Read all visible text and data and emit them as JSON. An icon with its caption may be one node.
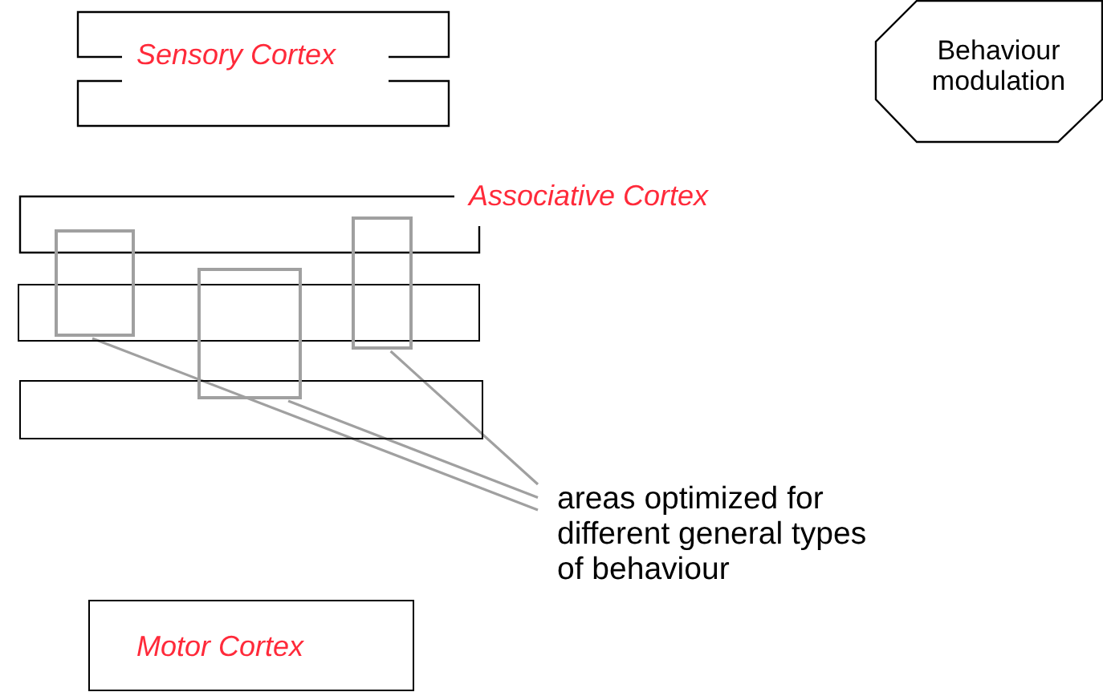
{
  "diagram": {
    "nodes": [
      {
        "text": [
          "Sensory Cortex"
        ]
      },
      {
        "text": [
          "Behaviour modulation"
        ]
      },
      {
        "text": [
          "Associative Cortex"
        ]
      },
      {
        "text": [],
        "shape": "bar"
      },
      {
        "text": [],
        "shape": "bar"
      },
      {
        "text": [],
        "shape": "box"
      },
      {
        "text": [],
        "shape": "box"
      },
      {
        "text": [],
        "shape": "box"
      },
      {
        "text": [
          "areas optimized for different general types of behaviour"
        ]
      },
      {
        "text": [
          "Motor Cortex"
        ]
      }
    ],
    "edges": [
      {
        "from": 8,
        "to": 5,
        "arrow": "none"
      },
      {
        "from": 8,
        "to": 6,
        "arrow": "none"
      },
      {
        "from": 8,
        "to": 7,
        "arrow": "none"
      }
    ]
  }
}
